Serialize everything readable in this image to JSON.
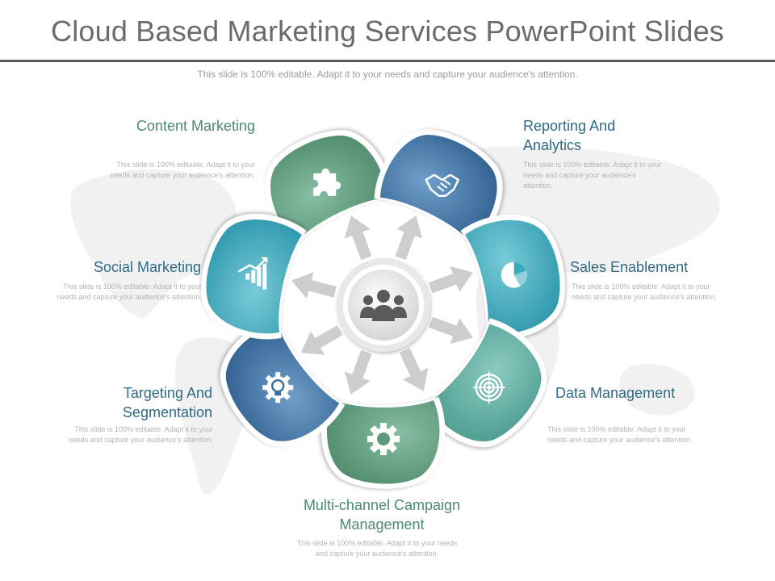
{
  "title": "Cloud Based Marketing Services PowerPoint Slides",
  "subtitle": "This slide is 100% editable. Adapt it to your needs and capture your audience's attention.",
  "desc": "This slide is 100% editable. Adapt it to your needs and capture your audience's attention.",
  "colors": {
    "green": "#5e9a7c",
    "dark_blue": "#3c6f9e",
    "teal": "#39a9bd",
    "sea_green": "#58a89e",
    "arrow_gray": "#c9c9c9",
    "hub_gray": "#d9d9d9"
  },
  "center": {
    "icon": "people-group-icon"
  },
  "items": [
    {
      "label": "Content Marketing",
      "icon": "puzzle-icon",
      "color": "green"
    },
    {
      "label": "Reporting And Analytics",
      "icon": "handshake-icon",
      "color": "dark_blue"
    },
    {
      "label": "Sales Enablement",
      "icon": "pie-chart-icon",
      "color": "teal"
    },
    {
      "label": "Data Management",
      "icon": "target-icon",
      "color": "sea_green"
    },
    {
      "label": "Multi-channel Campaign Management",
      "icon": "gear-icon",
      "color": "green"
    },
    {
      "label": "Targeting And Segmentation",
      "icon": "lightbulb-gear-icon",
      "color": "dark_blue"
    },
    {
      "label": "Social Marketing",
      "icon": "bar-chart-growth-icon",
      "color": "teal"
    }
  ]
}
